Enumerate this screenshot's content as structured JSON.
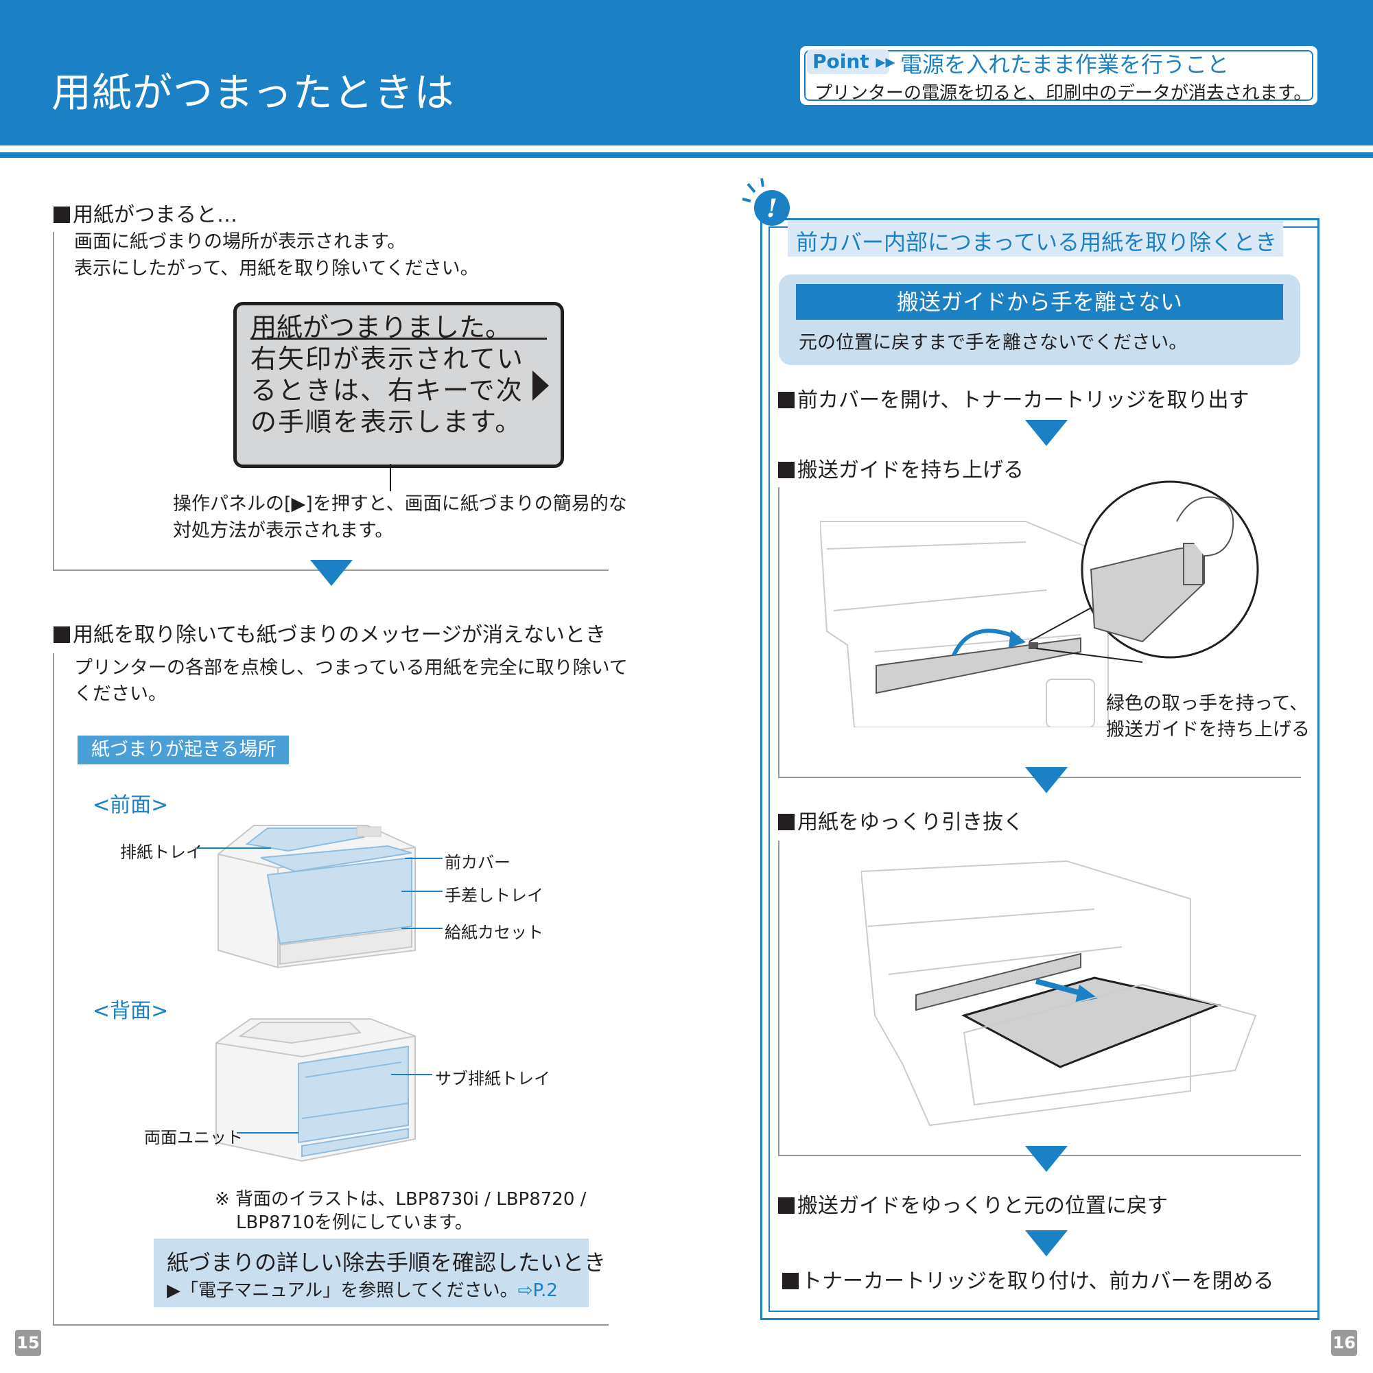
{
  "header": {
    "title": "用紙がつまったときは",
    "point_badge": "Point ▸▸",
    "point_title": "電源を入れたまま作業を行うこと",
    "point_text": "プリンターの電源を切ると、印刷中のデータが消去されます。"
  },
  "left": {
    "section1": {
      "heading": "用紙がつまると…",
      "lines": [
        "画面に紙づまりの場所が表示されます。",
        "表示にしたがって、用紙を取り除いてください。"
      ],
      "lcd_lines": [
        "用紙がつまりました。",
        "右矢印が表示されてい",
        "るときは、右キーで次",
        "の手順を表示します。"
      ],
      "caption_lines": [
        "操作パネルの[▶]を押すと、画面に紙づまりの簡易的な",
        "対処方法が表示されます。"
      ]
    },
    "section2": {
      "heading": "用紙を取り除いても紙づまりのメッセージが消えないとき",
      "lines": [
        "プリンターの各部を点検し、つまっている用紙を完全に取り除いて",
        "ください。"
      ],
      "tag": "紙づまりが起きる場所",
      "front_label": "<前面>",
      "front_callouts": [
        "排紙トレイ",
        "前カバー",
        "手差しトレイ",
        "給紙カセット"
      ],
      "back_label": "<背面>",
      "back_callouts": [
        "サブ排紙トレイ",
        "両面ユニット"
      ],
      "footnote_lines": [
        "※ 背面のイラストは、LBP8730i / LBP8720 /",
        "LBP8710を例にしています。"
      ],
      "note_title": "紙づまりの詳しい除去手順を確認したいとき",
      "note_sub": "▶「電子マニュアル」を参照してください。",
      "note_ref": "P.2"
    }
  },
  "right": {
    "title": "前カバー内部につまっている用紙を取り除くとき",
    "warn_title": "搬送ガイドから手を離さない",
    "warn_text": "元の位置に戻すまで手を離さないでください。",
    "steps": [
      "前カバーを開け、トナーカートリッジを取り出す",
      "搬送ガイドを持ち上げる",
      "用紙をゆっくり引き抜く",
      "搬送ガイドをゆっくりと元の位置に戻す",
      "トナーカートリッジを取り付け、前カバーを閉める"
    ],
    "step2_caption_lines": [
      "緑色の取っ手を持って、",
      "搬送ガイドを持ち上げる"
    ]
  },
  "page_numbers": {
    "left": "15",
    "right": "16"
  },
  "colors": {
    "accent": "#1b80c4",
    "light_blue": "#c9dff0",
    "lcd_gray": "#d5d6d7"
  }
}
